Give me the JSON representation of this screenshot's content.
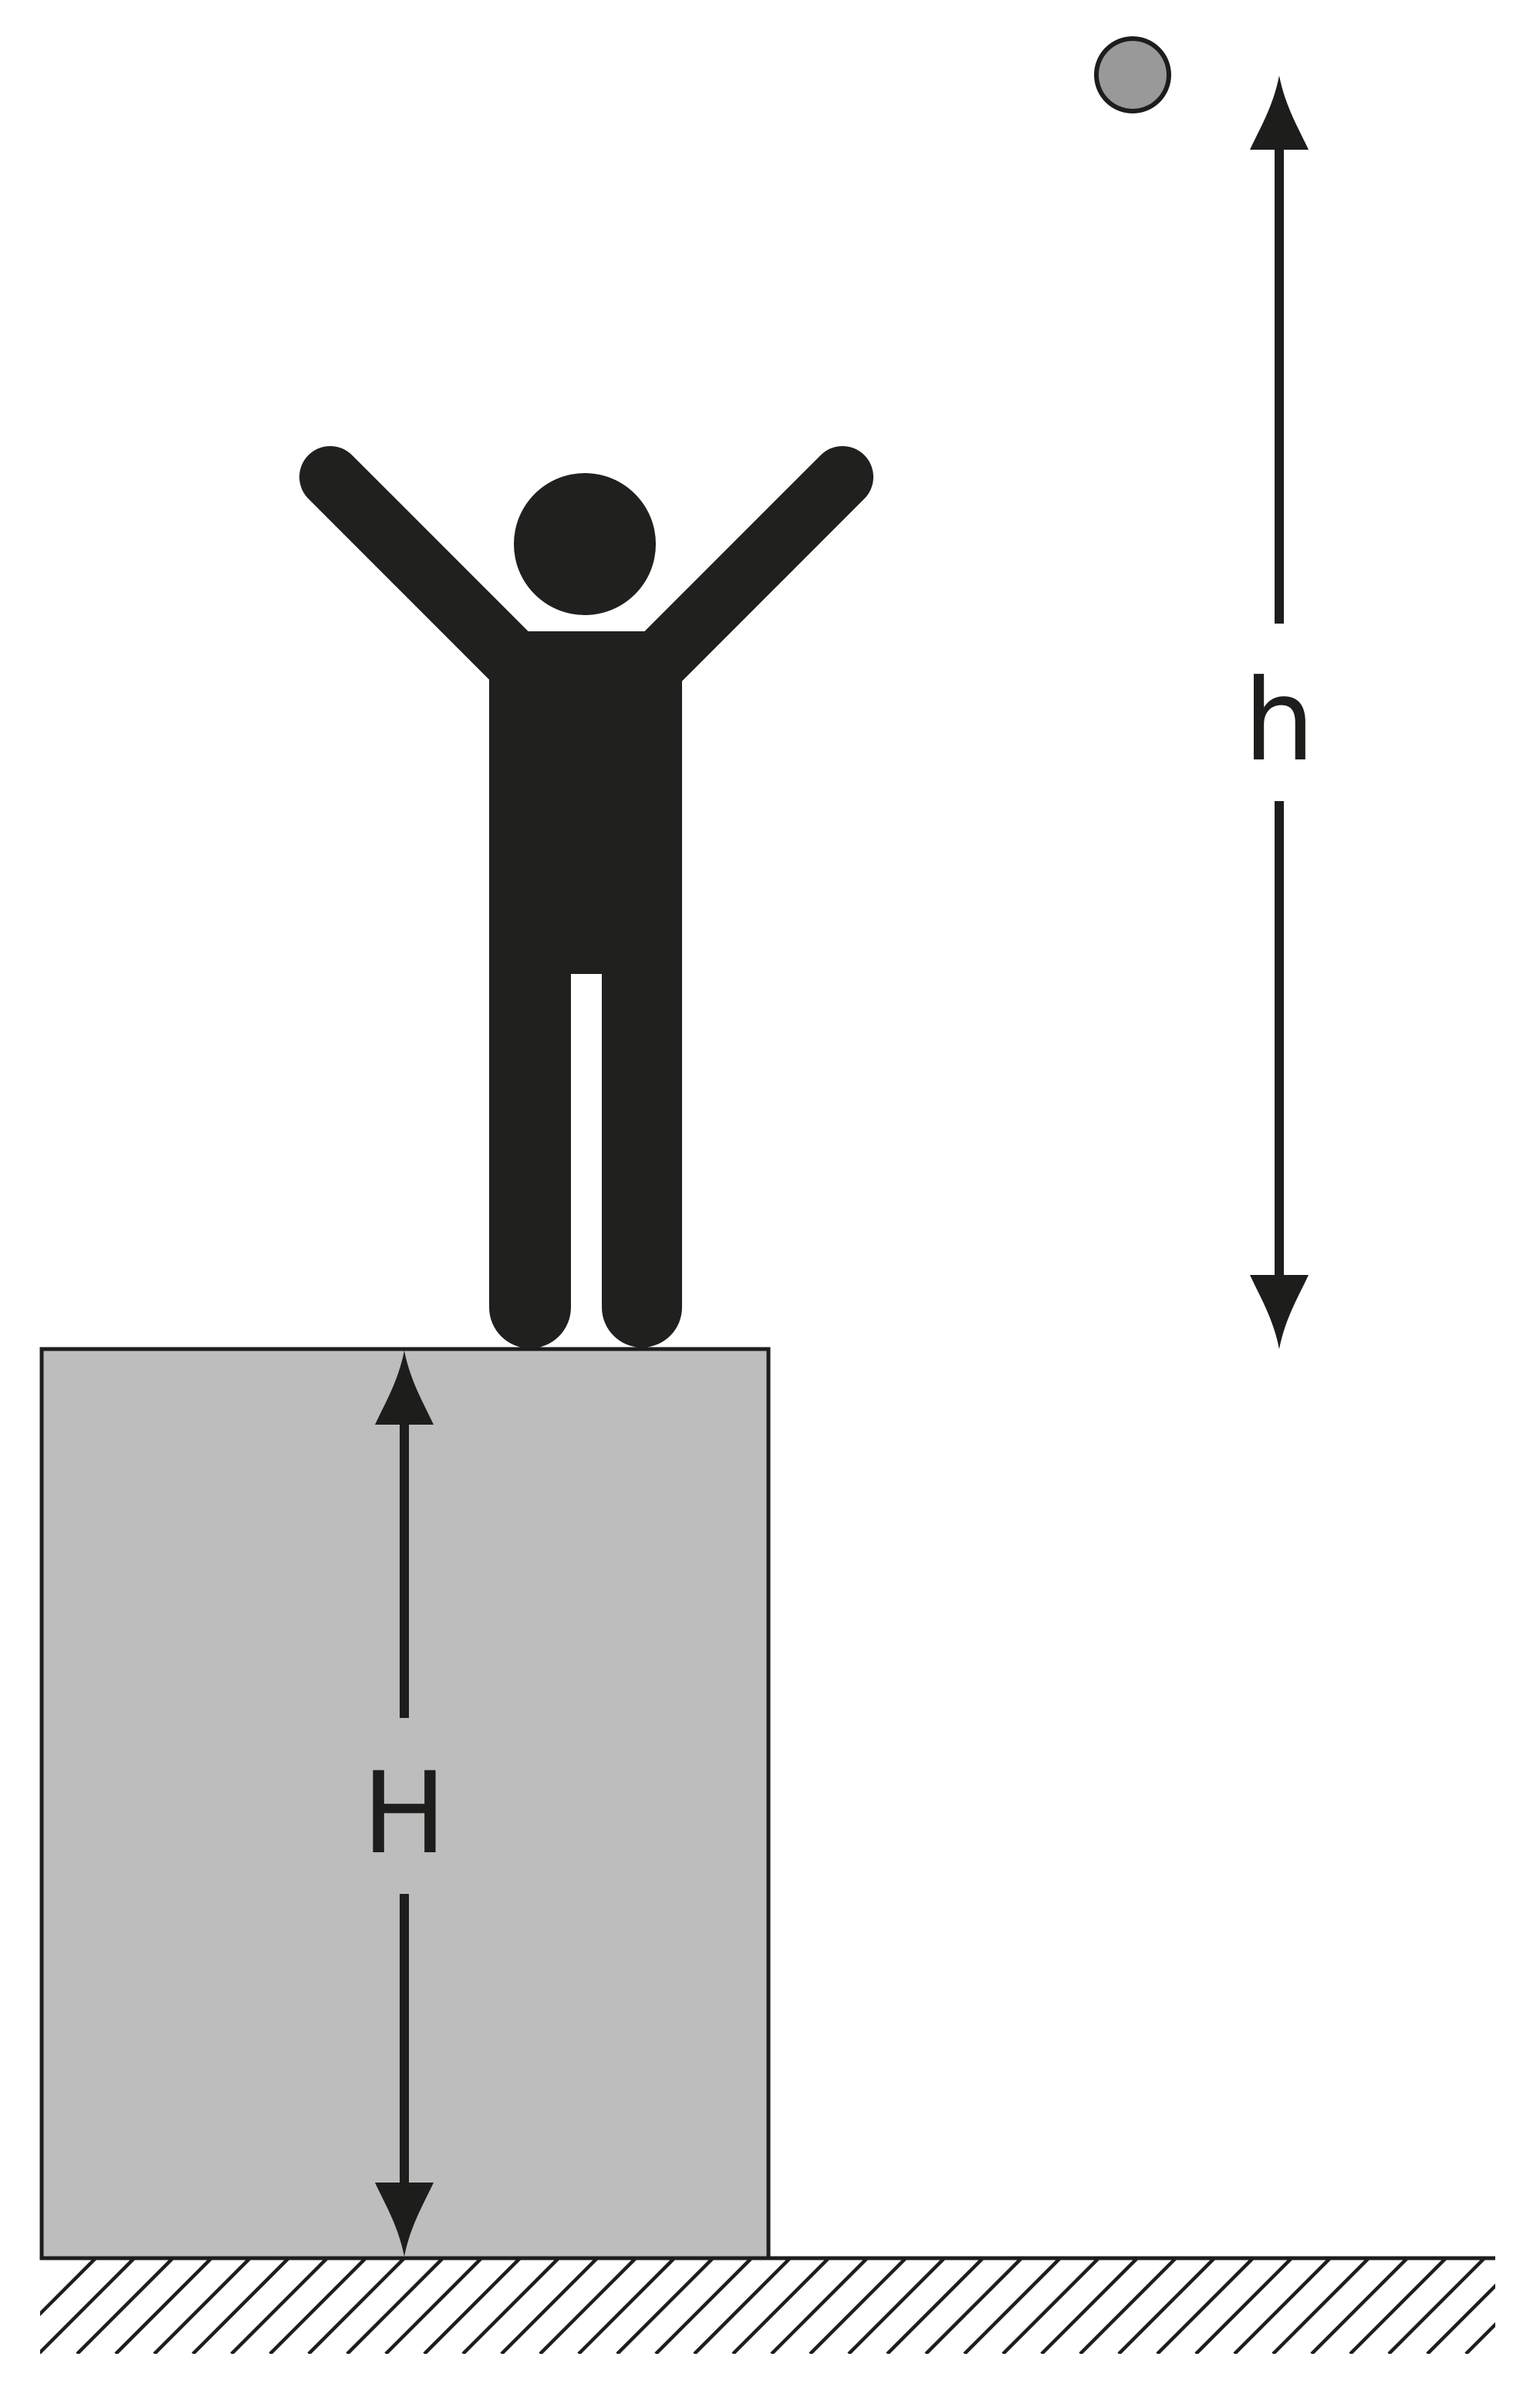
{
  "labels": {
    "height_above_person": "h",
    "block_height": "H"
  },
  "colors": {
    "figure": "#20201e",
    "block_fill": "#bdbdbd",
    "ball_fill": "#999999",
    "outline": "#1d1d1b",
    "background": "#ffffff"
  },
  "icons": {
    "person": "person-arms-raised-icon",
    "ball": "ball-icon",
    "ground": "ground-hatching"
  }
}
